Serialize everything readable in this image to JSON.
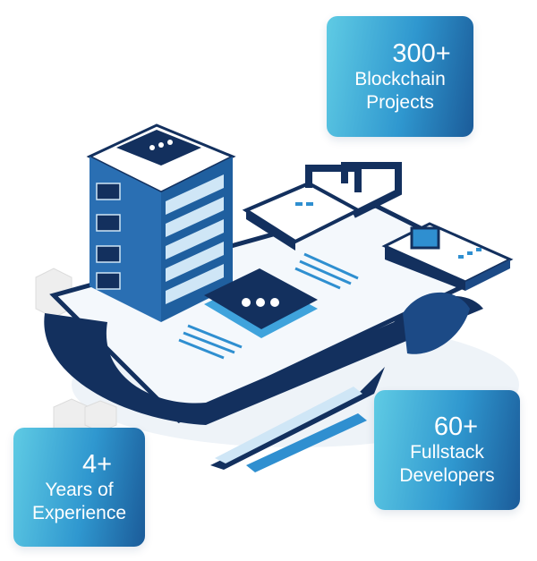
{
  "stats": [
    {
      "number": "300+",
      "label_line1": "Blockchain",
      "label_line2": "Projects"
    },
    {
      "number": "60+",
      "label_line1": "Fullstack",
      "label_line2": "Developers"
    },
    {
      "number": "4+",
      "label_line1": "Years of",
      "label_line2": "Experience"
    }
  ],
  "colors": {
    "navy": "#13305e",
    "blue": "#2f8fd0",
    "light_blue": "#cfe6f6",
    "card_gradient_start": "#5fcbe4",
    "card_gradient_end": "#1b5b99"
  },
  "illustration": {
    "icons": [
      "server-rack-icon",
      "document-scroll-icon",
      "chat-bubble-icon",
      "chain-link-icon",
      "hardware-device-icon",
      "pen-icon",
      "cube-icon"
    ]
  }
}
